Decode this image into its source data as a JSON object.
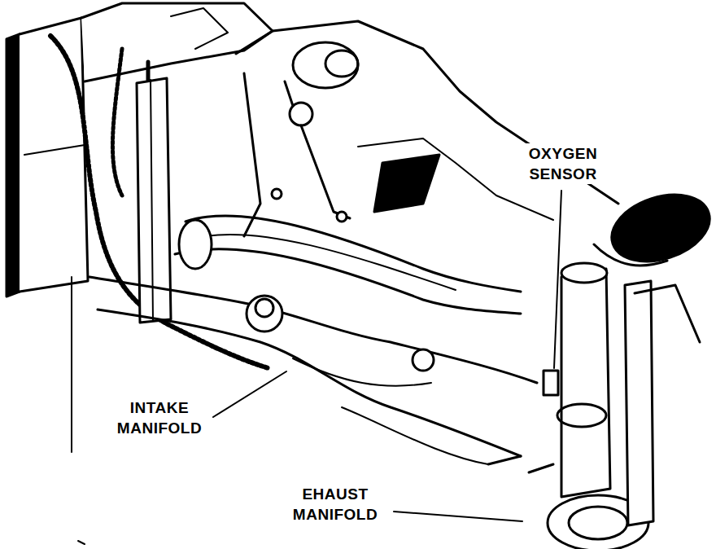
{
  "diagram": {
    "labels": [
      "OXYGEN SENSOR",
      "INTAKE MANIFOLD",
      "EHAUST MANIFOLD"
    ]
  }
}
